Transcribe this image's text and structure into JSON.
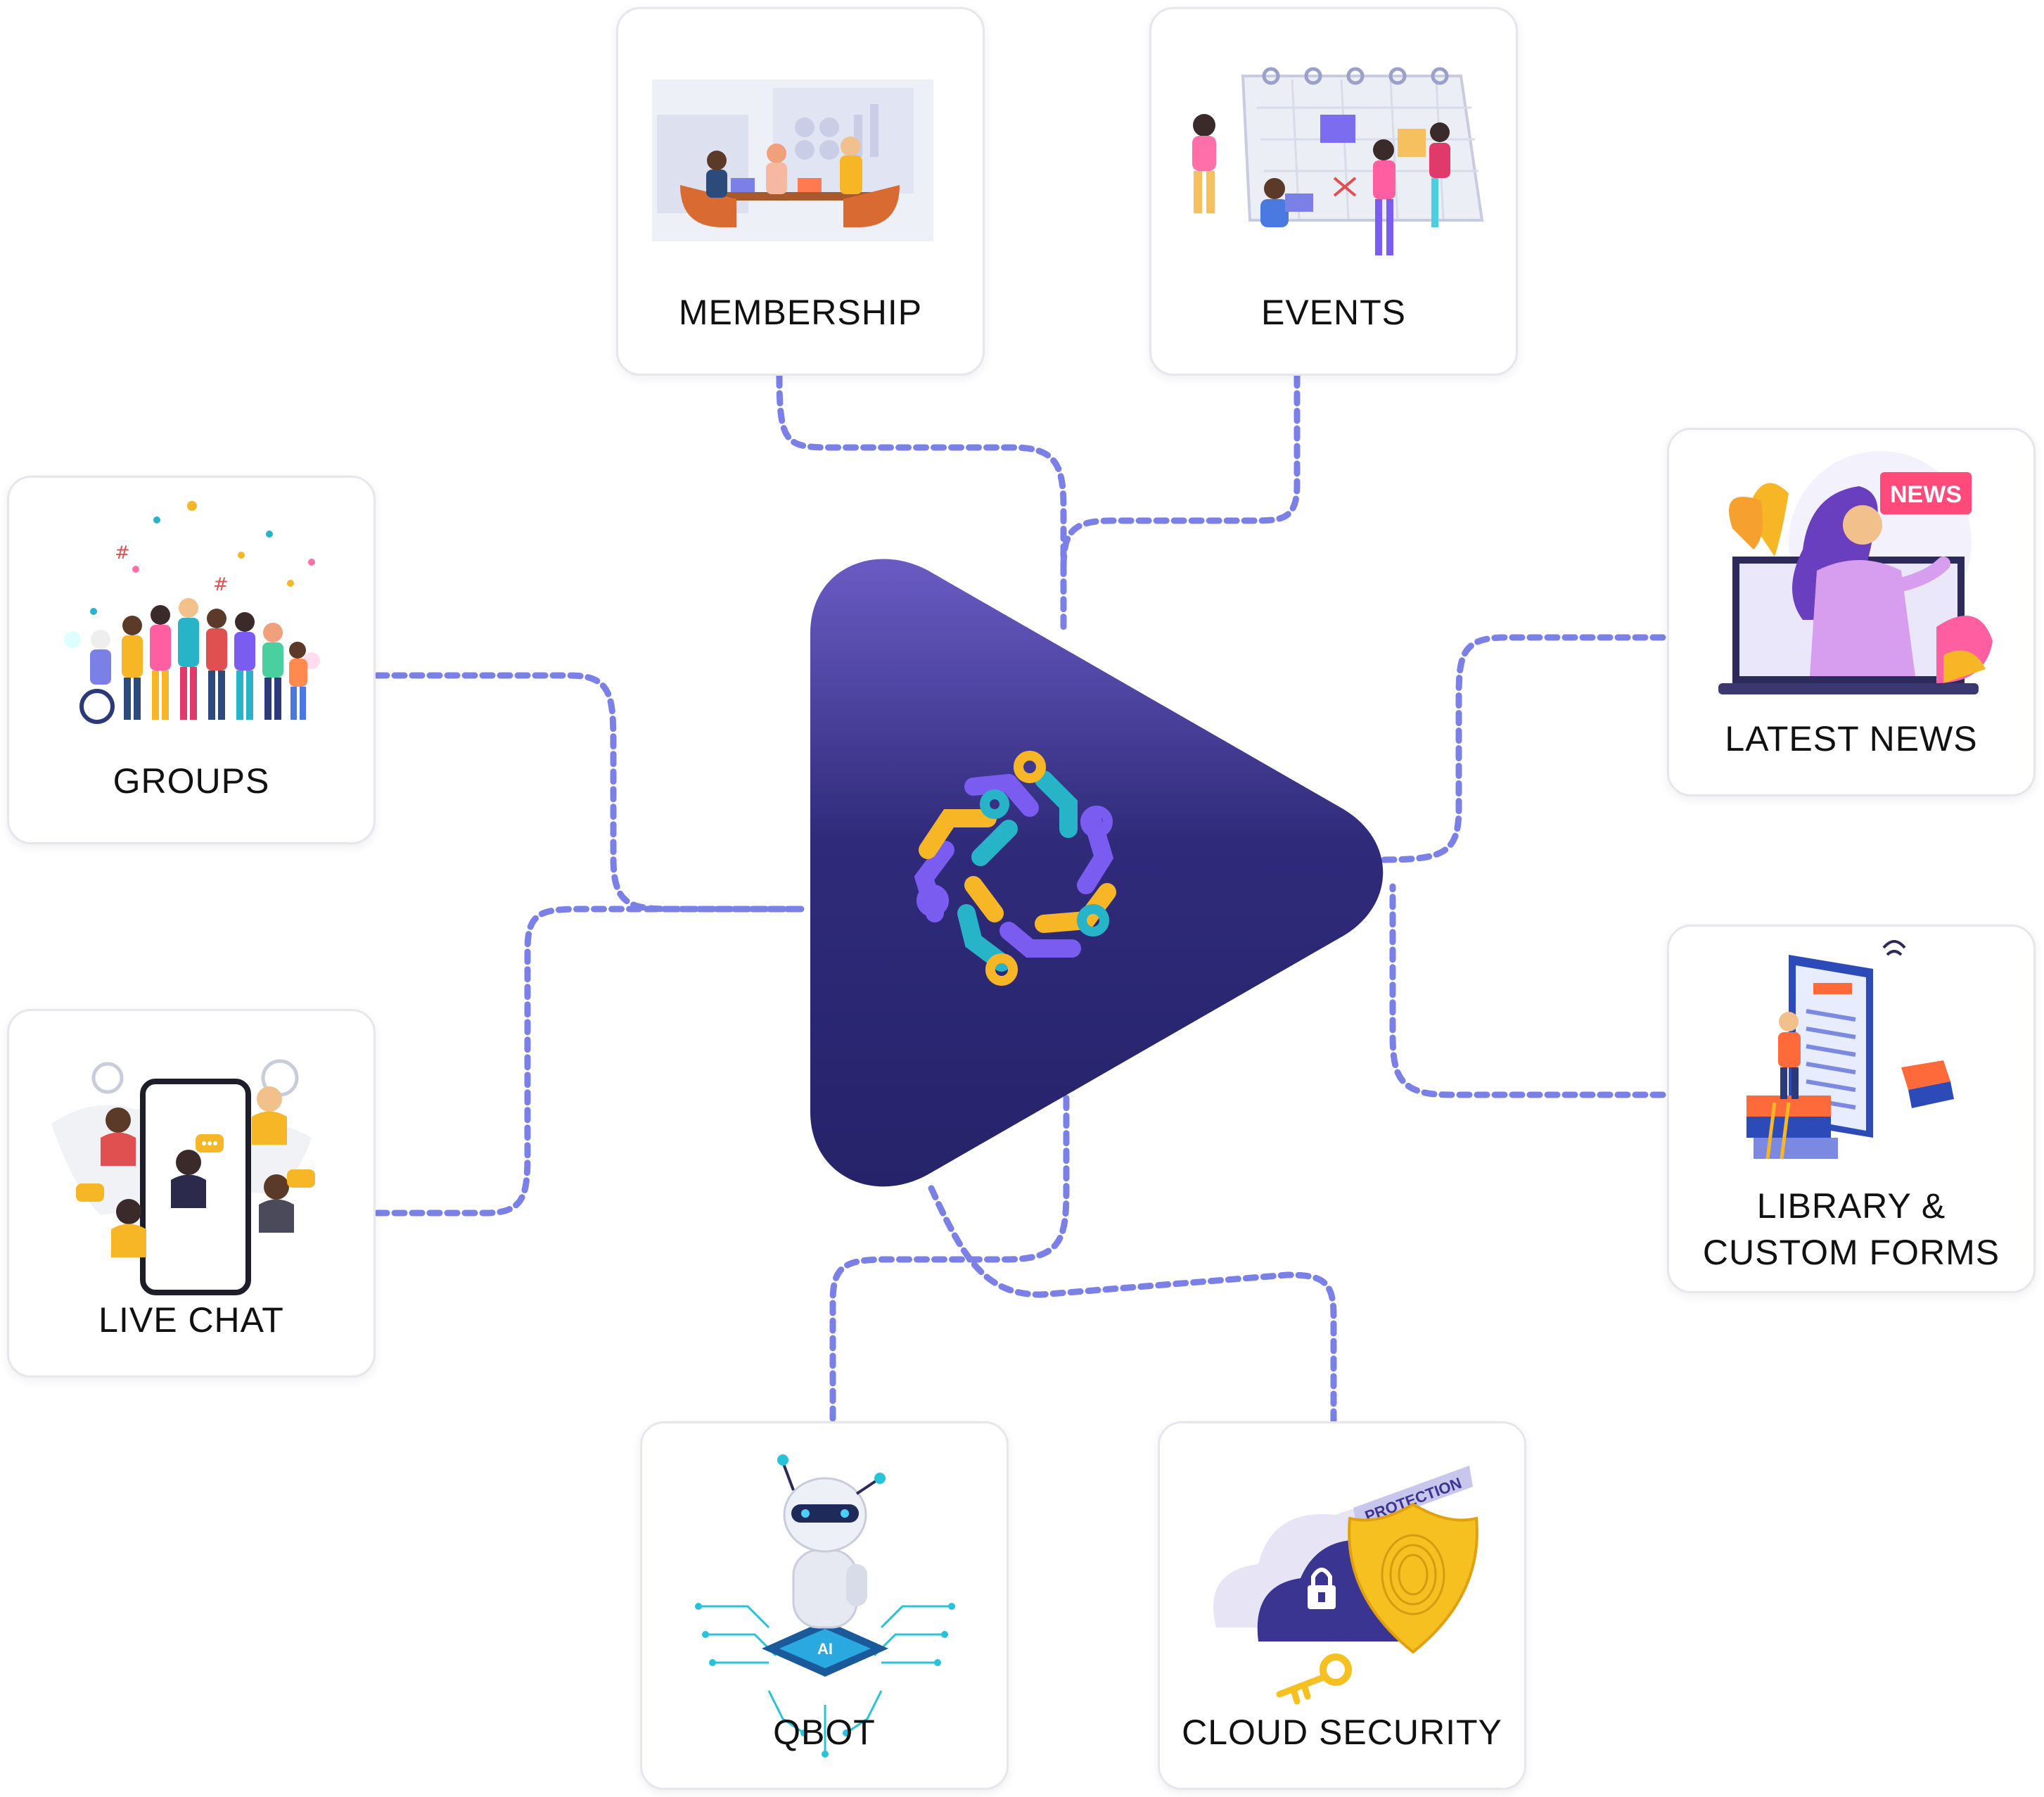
{
  "colors": {
    "connector": "#7b80e6",
    "hub_top": "#6a5bc4",
    "hub_bottom": "#26236a",
    "logo_yellow": "#f6b626",
    "logo_purple": "#7b5cf0",
    "logo_teal": "#27b4c9"
  },
  "center": {
    "logo_icon": "circuit-ring-logo-icon",
    "shape": "play-triangle"
  },
  "cards": {
    "membership": {
      "label": "MEMBERSHIP",
      "icon": "meeting-room-illustration"
    },
    "events": {
      "label": "EVENTS",
      "icon": "calendar-planning-illustration"
    },
    "groups": {
      "label": "GROUPS",
      "icon": "people-celebrating-illustration"
    },
    "latest_news": {
      "label": "LATEST NEWS",
      "icon": "news-laptop-illustration"
    },
    "live_chat": {
      "label": "LIVE CHAT",
      "icon": "phone-chat-illustration"
    },
    "library": {
      "label_line1": "LIBRARY &",
      "label_line2": "CUSTOM FORMS",
      "icon": "digital-library-illustration"
    },
    "qbot": {
      "label": "QBOT",
      "icon": "ai-robot-chip-illustration"
    },
    "cloud_security": {
      "label": "CLOUD SECURITY",
      "icon": "cloud-shield-lock-illustration",
      "badge_text": "PROTECTION"
    }
  }
}
